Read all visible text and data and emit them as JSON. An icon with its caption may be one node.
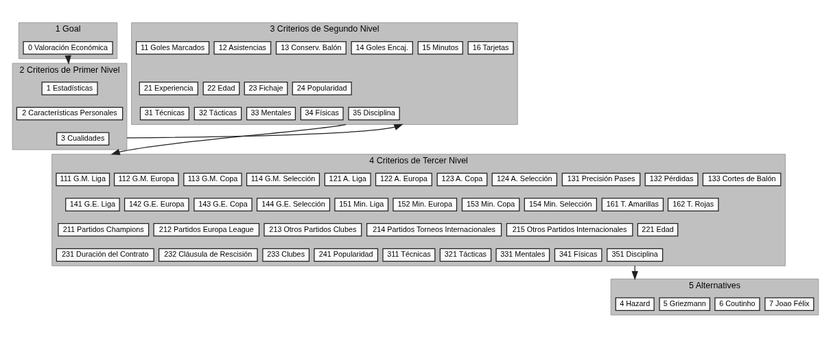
{
  "diagram": {
    "nodes": [
      {
        "text": [
          "1 Goal"
        ]
      },
      {
        "text": [
          "0 Valoración Económica"
        ],
        "in": 0
      },
      {
        "text": [
          "2 Criterios de Primer Nivel"
        ]
      },
      {
        "text": [
          "1 Estadísticas"
        ],
        "in": 2
      },
      {
        "text": [
          "2 Características Personales"
        ],
        "in": 2
      },
      {
        "text": [
          "3 Cualidades"
        ],
        "in": 2
      },
      {
        "text": [
          "3 Criterios de Segundo Nivel"
        ]
      },
      {
        "text": [
          "11 Goles Marcados"
        ],
        "in": 6
      },
      {
        "text": [
          "12 Asistencias"
        ],
        "in": 6
      },
      {
        "text": [
          "13 Conserv. Balón"
        ],
        "in": 6
      },
      {
        "text": [
          "14 Goles Encaj."
        ],
        "in": 6
      },
      {
        "text": [
          "15 Minutos"
        ],
        "in": 6
      },
      {
        "text": [
          "16 Tarjetas"
        ],
        "in": 6
      },
      {
        "text": [
          "21 Experiencia"
        ],
        "in": 6
      },
      {
        "text": [
          "22 Edad"
        ],
        "in": 6
      },
      {
        "text": [
          "23 Fichaje"
        ],
        "in": 6
      },
      {
        "text": [
          "24 Popularidad"
        ],
        "in": 6
      },
      {
        "text": [
          "31 Técnicas"
        ],
        "in": 6
      },
      {
        "text": [
          "32 Tácticas"
        ],
        "in": 6
      },
      {
        "text": [
          "33 Mentales"
        ],
        "in": 6
      },
      {
        "text": [
          "34 Físicas"
        ],
        "in": 6
      },
      {
        "text": [
          "35 Disciplina"
        ],
        "in": 6
      },
      {
        "text": [
          "4 Criterios de Tercer Nivel"
        ]
      },
      {
        "text": [
          "111 G.M. Liga"
        ],
        "in": 22
      },
      {
        "text": [
          "112 G.M. Europa"
        ],
        "in": 22
      },
      {
        "text": [
          "113 G.M. Copa"
        ],
        "in": 22
      },
      {
        "text": [
          "114 G.M. Selección"
        ],
        "in": 22
      },
      {
        "text": [
          "121 A. Liga"
        ],
        "in": 22
      },
      {
        "text": [
          "122 A. Europa"
        ],
        "in": 22
      },
      {
        "text": [
          "123 A. Copa"
        ],
        "in": 22
      },
      {
        "text": [
          "124 A. Selección"
        ],
        "in": 22
      },
      {
        "text": [
          "131 Precisión Pases"
        ],
        "in": 22
      },
      {
        "text": [
          "132 Pérdidas"
        ],
        "in": 22
      },
      {
        "text": [
          "133 Cortes de Balón"
        ],
        "in": 22
      },
      {
        "text": [
          "141 G.E. Liga"
        ],
        "in": 22
      },
      {
        "text": [
          "142 G.E. Europa"
        ],
        "in": 22
      },
      {
        "text": [
          "143 G.E. Copa"
        ],
        "in": 22
      },
      {
        "text": [
          "144 G.E. Selección"
        ],
        "in": 22
      },
      {
        "text": [
          "151 Min. Liga"
        ],
        "in": 22
      },
      {
        "text": [
          "152 Min. Europa"
        ],
        "in": 22
      },
      {
        "text": [
          "153 Min. Copa"
        ],
        "in": 22
      },
      {
        "text": [
          "154 Min. Selección"
        ],
        "in": 22
      },
      {
        "text": [
          "161 T. Amarillas"
        ],
        "in": 22
      },
      {
        "text": [
          "162 T. Rojas"
        ],
        "in": 22
      },
      {
        "text": [
          "211 Partidos Champions"
        ],
        "in": 22
      },
      {
        "text": [
          "212 Partidos Europa League"
        ],
        "in": 22
      },
      {
        "text": [
          "213 Otros Partidos Clubes"
        ],
        "in": 22
      },
      {
        "text": [
          "214 Partidos Torneos Internacionales"
        ],
        "in": 22
      },
      {
        "text": [
          "215 Otros Partidos Internacionales"
        ],
        "in": 22
      },
      {
        "text": [
          "221 Edad"
        ],
        "in": 22
      },
      {
        "text": [
          "231 Duración del Contrato"
        ],
        "in": 22
      },
      {
        "text": [
          "232 Cláusula de Rescisión"
        ],
        "in": 22
      },
      {
        "text": [
          "233 Clubes"
        ],
        "in": 22
      },
      {
        "text": [
          "241 Popularidad"
        ],
        "in": 22
      },
      {
        "text": [
          "311 Técnicas"
        ],
        "in": 22
      },
      {
        "text": [
          "321 Tácticas"
        ],
        "in": 22
      },
      {
        "text": [
          "331 Mentales"
        ],
        "in": 22
      },
      {
        "text": [
          "341 Físicas"
        ],
        "in": 22
      },
      {
        "text": [
          "351 Disciplina"
        ],
        "in": 22
      },
      {
        "text": [
          "5 Alternatives"
        ]
      },
      {
        "text": [
          "4 Hazard"
        ],
        "in": 59
      },
      {
        "text": [
          "5 Griezmann"
        ],
        "in": 59
      },
      {
        "text": [
          "6 Coutinho"
        ],
        "in": 59
      },
      {
        "text": [
          "7 Joao Félix"
        ],
        "in": 59
      }
    ],
    "edges": [
      {
        "from": 0,
        "to": 2,
        "arrow": "to"
      },
      {
        "from": 2,
        "to": 6,
        "arrow": "to"
      },
      {
        "from": 6,
        "to": 22,
        "arrow": "to"
      },
      {
        "from": 22,
        "to": 59,
        "arrow": "to"
      }
    ]
  }
}
